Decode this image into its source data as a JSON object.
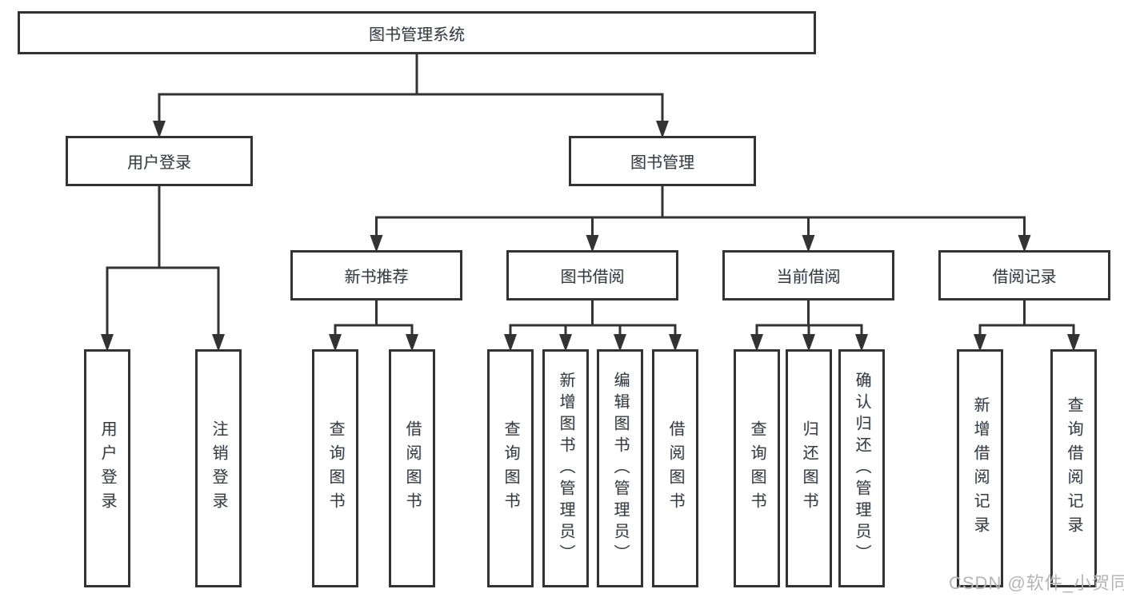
{
  "watermark": {
    "text": "CSDN @软件_小贺同学"
  },
  "colors": {
    "line": "#333333",
    "box_border": "#333333",
    "box_fill": "#ffffff",
    "text": "#3a3a3a",
    "watermark": "#b5b5b5",
    "background": "#ffffff"
  },
  "diagram": {
    "type": "tree",
    "title": "图书管理系统",
    "nodes": [
      {
        "id": "root",
        "label": "图书管理系统",
        "parent": null,
        "text_direction": "horizontal"
      },
      {
        "id": "user-login",
        "label": "用户登录",
        "parent": "root",
        "text_direction": "horizontal"
      },
      {
        "id": "book-mgmt",
        "label": "图书管理",
        "parent": "root",
        "text_direction": "horizontal"
      },
      {
        "id": "ul-login",
        "label": "用户登录",
        "parent": "user-login",
        "text_direction": "vertical"
      },
      {
        "id": "ul-logout",
        "label": "注销登录",
        "parent": "user-login",
        "text_direction": "vertical"
      },
      {
        "id": "new-book-rec",
        "label": "新书推荐",
        "parent": "book-mgmt",
        "text_direction": "horizontal"
      },
      {
        "id": "book-borrow",
        "label": "图书借阅",
        "parent": "book-mgmt",
        "text_direction": "horizontal"
      },
      {
        "id": "current-borrow",
        "label": "当前借阅",
        "parent": "book-mgmt",
        "text_direction": "horizontal"
      },
      {
        "id": "borrow-records",
        "label": "借阅记录",
        "parent": "book-mgmt",
        "text_direction": "horizontal"
      },
      {
        "id": "nbr-query-books",
        "label": "查询图书",
        "parent": "new-book-rec",
        "text_direction": "vertical"
      },
      {
        "id": "nbr-borrow-books",
        "label": "借阅图书",
        "parent": "new-book-rec",
        "text_direction": "vertical"
      },
      {
        "id": "bb-query-books",
        "label": "查询图书",
        "parent": "book-borrow",
        "text_direction": "vertical"
      },
      {
        "id": "bb-add-books",
        "label": "新增图书（管理员）",
        "parent": "book-borrow",
        "text_direction": "vertical"
      },
      {
        "id": "bb-edit-books",
        "label": "编辑图书（管理员）",
        "parent": "book-borrow",
        "text_direction": "vertical"
      },
      {
        "id": "bb-borrow-books",
        "label": "借阅图书",
        "parent": "book-borrow",
        "text_direction": "vertical"
      },
      {
        "id": "cb-query-books",
        "label": "查询图书",
        "parent": "current-borrow",
        "text_direction": "vertical"
      },
      {
        "id": "cb-return-books",
        "label": "归还图书",
        "parent": "current-borrow",
        "text_direction": "vertical"
      },
      {
        "id": "cb-confirm-return",
        "label": "确认归还（管理员）",
        "parent": "current-borrow",
        "text_direction": "vertical"
      },
      {
        "id": "br-add-record",
        "label": "新增借阅记录",
        "parent": "borrow-records",
        "text_direction": "vertical"
      },
      {
        "id": "br-query-record",
        "label": "查询借阅记录",
        "parent": "borrow-records",
        "text_direction": "vertical"
      }
    ]
  }
}
